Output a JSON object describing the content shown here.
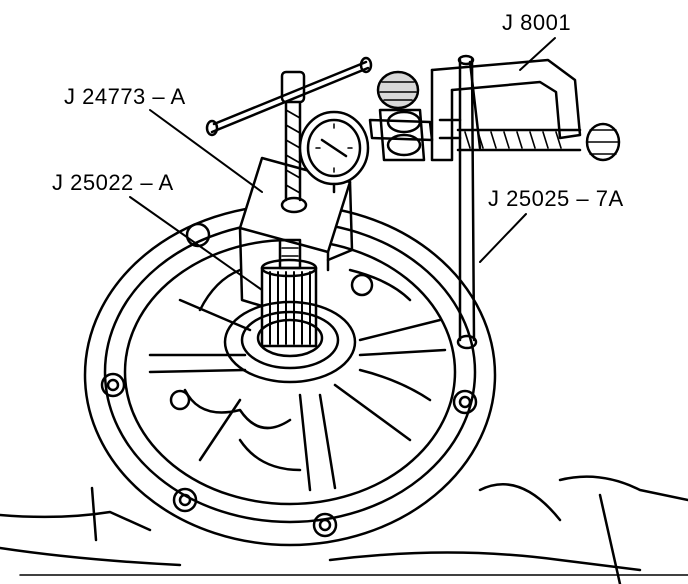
{
  "callouts": {
    "j8001": "J 8001",
    "j24773": "J 24773 – A",
    "j25022": "J 25022 – A",
    "j25025": "J 25025 – 7A"
  },
  "colors": {
    "ink": "#000000",
    "paper": "#ffffff",
    "shade": "#d8d8d8"
  }
}
